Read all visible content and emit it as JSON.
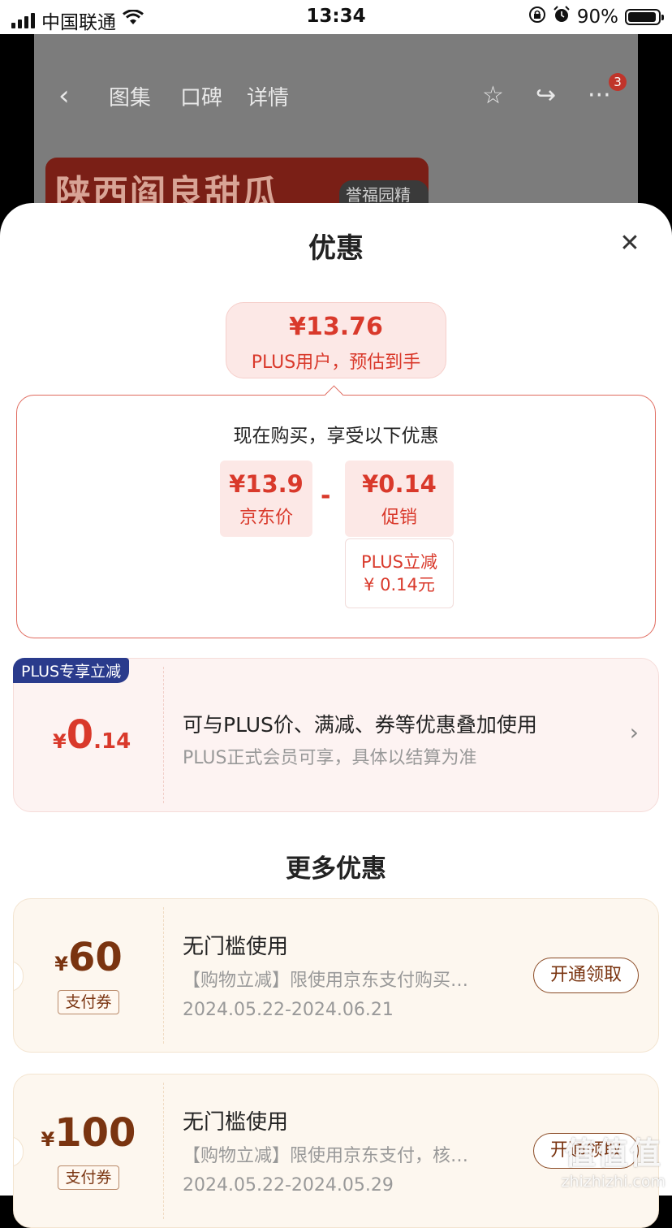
{
  "status_bar": {
    "carrier": "中国联通",
    "time": "13:34",
    "battery": "90%"
  },
  "background_page": {
    "tabs": [
      "图集",
      "口碑",
      "详情"
    ],
    "cart_badge": "3",
    "banner_title": "陕西阎良甜瓜",
    "banner_tag": "誉福园精选"
  },
  "sheet": {
    "title": "优惠",
    "estimate": {
      "price": "¥13.76",
      "caption": "PLUS用户，预估到手"
    },
    "breakdown": {
      "heading": "现在购买，享受以下优惠",
      "jd_price": {
        "value": "¥13.9",
        "label": "京东价"
      },
      "operator": "-",
      "promo": {
        "value": "¥0.14",
        "label": "促销"
      },
      "promo_detail": {
        "line1": "PLUS立减",
        "line2": "¥ 0.14元"
      }
    },
    "plus_offer": {
      "tag": "PLUS专享立减",
      "currency": "¥",
      "amount_int": "0",
      "amount_dec": ".14",
      "title": "可与PLUS价、满减、券等优惠叠加使用",
      "subtitle": "PLUS正式会员可享，具体以结算为准"
    },
    "more_title": "更多优惠",
    "coupons": [
      {
        "currency": "¥",
        "amount": "60",
        "type": "支付券",
        "title": "无门槛使用",
        "desc": "【购物立减】限使用京东支付购买…",
        "dates": "2024.05.22-2024.06.21",
        "button": "开通领取"
      },
      {
        "currency": "¥",
        "amount": "100",
        "type": "支付券",
        "title": "无门槛使用",
        "desc": "【购物立减】限使用京东支付，核…",
        "dates": "2024.05.22-2024.05.29",
        "button": "开通领取"
      }
    ]
  },
  "watermark": {
    "logo": "值值值",
    "site": "zhizhizhi.com"
  }
}
